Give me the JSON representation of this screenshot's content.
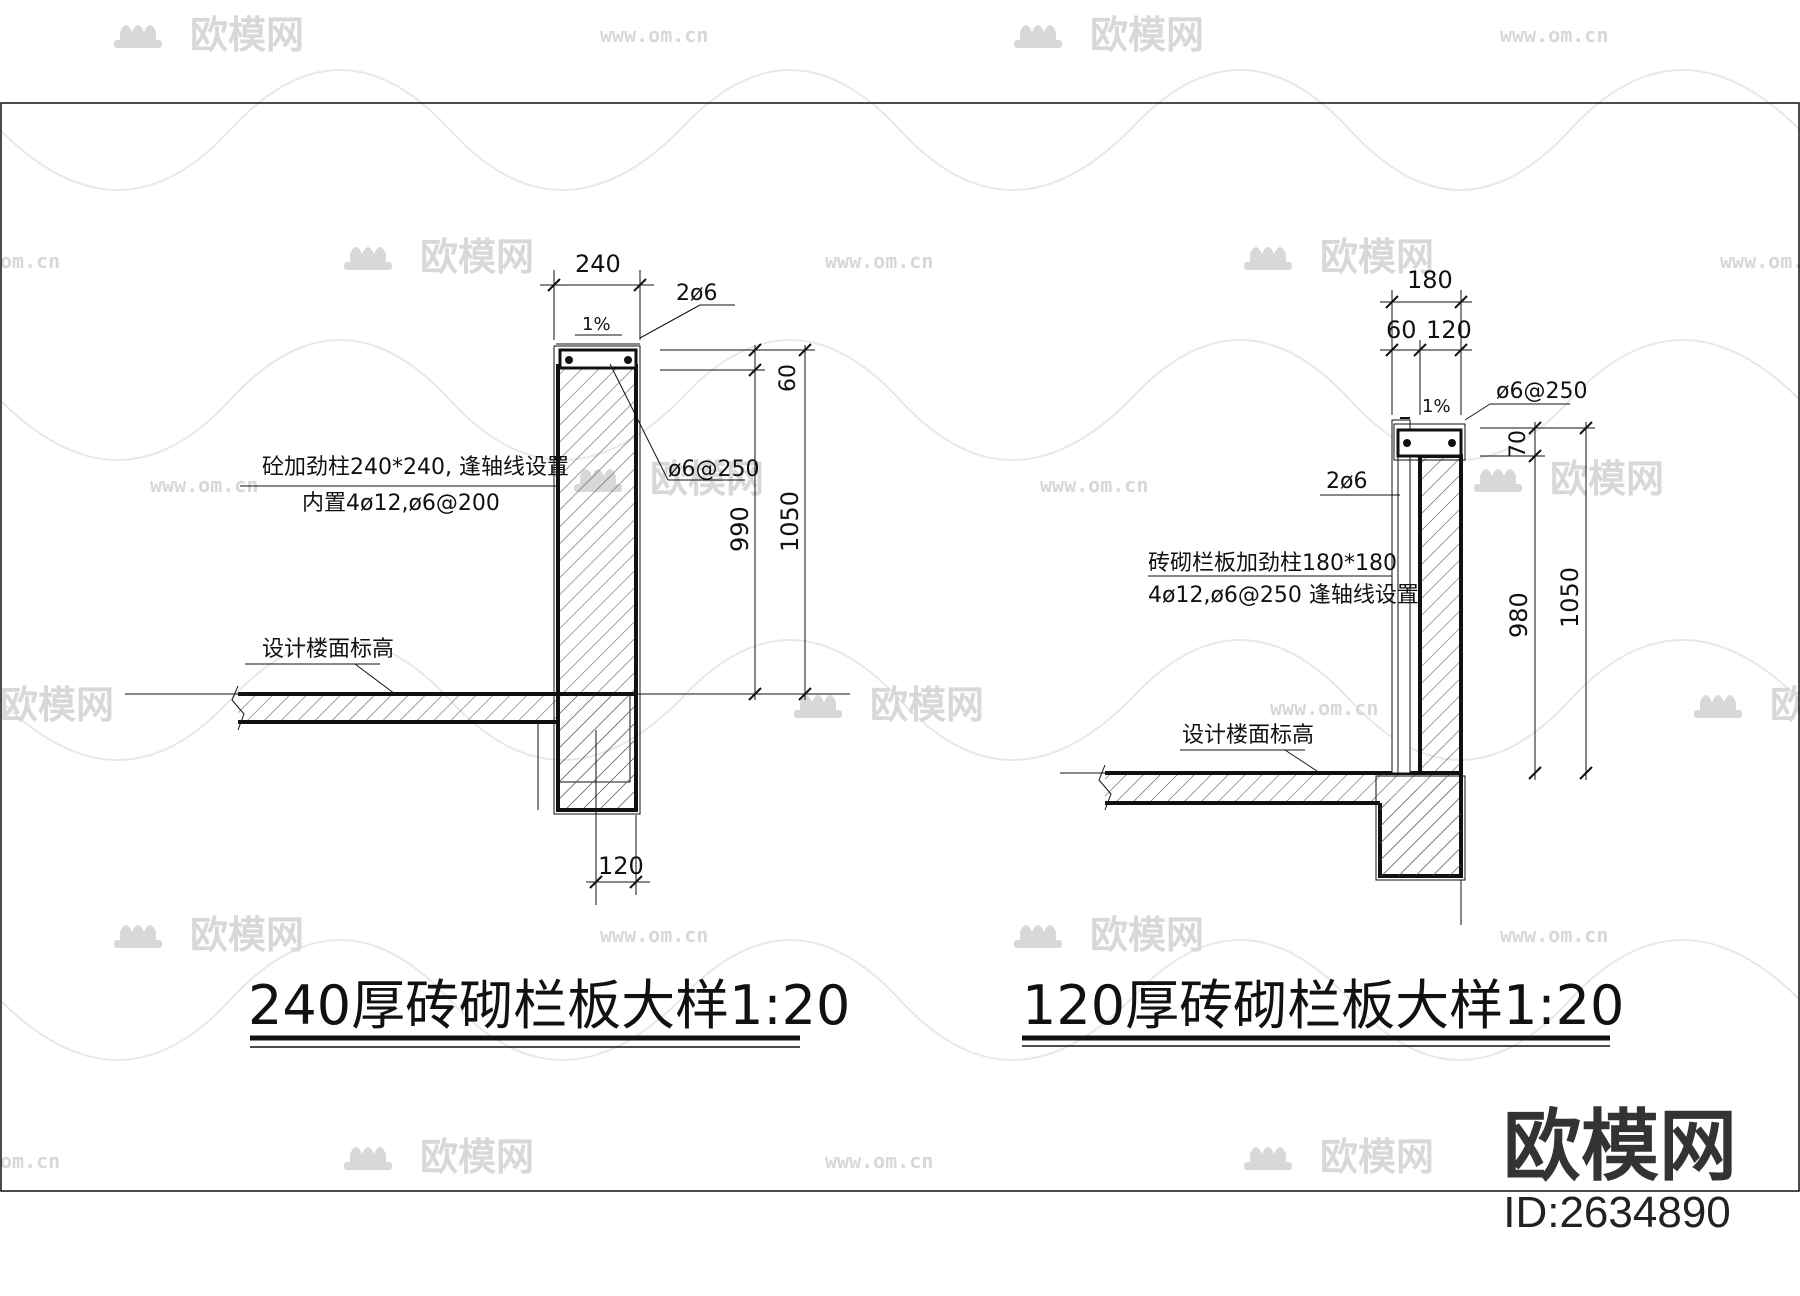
{
  "watermark": {
    "brand": "欧模网",
    "url": "www.om.cn",
    "url_short": "om.cn"
  },
  "brand_mark": {
    "name": "欧模网",
    "id": "ID:2634890"
  },
  "detail_240": {
    "title": "240厚砖砌栏板大样1:20",
    "dim_width": "240",
    "dim_bottom": "120",
    "dim_top_band": "60",
    "dim_height_inner": "990",
    "dim_height_total": "1050",
    "slope": "1%",
    "rebar_top": "2ø6",
    "stirrup": "ø6@250",
    "column_note_line1": "砼加劲柱240*240, 逢轴线设置",
    "column_note_line2": "内置4ø12,ø6@200",
    "floor_label": "设计楼面标高"
  },
  "detail_120": {
    "title": "120厚砖砌栏板大样1:20",
    "dim_width": "180",
    "dim_left": "60",
    "dim_right": "120",
    "dim_top_band": "70",
    "dim_height_inner": "980",
    "dim_height_total": "1050",
    "slope": "1%",
    "rebar_top": "2ø6",
    "stirrup": "ø6@250",
    "column_note_line1": "砖砌栏板加劲柱180*180",
    "column_note_line2": "4ø12,ø6@250 逢轴线设置",
    "floor_label": "设计楼面标高"
  }
}
